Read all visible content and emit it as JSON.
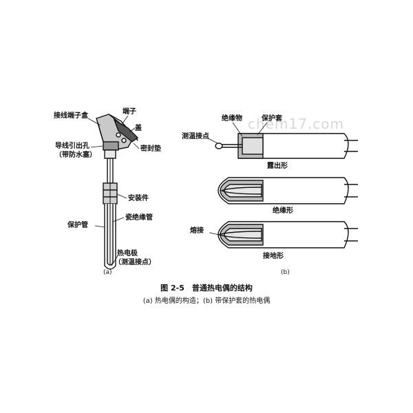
{
  "watermark": "chem17.com",
  "left_diagram": {
    "labels": {
      "terminal_box": "接线端子盒",
      "terminal": "端子",
      "cover": "盖",
      "seal_gasket": "密封垫",
      "lead_hole": "导线引出孔",
      "lead_hole_note": "（带防水塞）",
      "mounting": "安装件",
      "insulation_tube": "瓷绝缘管",
      "protection_tube": "保护管",
      "electrode": "热电极",
      "electrode_note": "（测温接点）"
    },
    "sub_label": "(a)"
  },
  "right_diagram": {
    "labels": {
      "measuring_junction": "测温接点",
      "insulator": "绝缘物",
      "sheath": "保护套",
      "exposed": "露出形",
      "insulated": "绝缘形",
      "welded": "熔接",
      "grounded": "接地形"
    },
    "sub_label": "(b)"
  },
  "caption": {
    "title": "图 2-5　普通热电偶的结构",
    "subtitle": "(a) 热电偶的构造；(b) 带保护套的热电偶"
  }
}
